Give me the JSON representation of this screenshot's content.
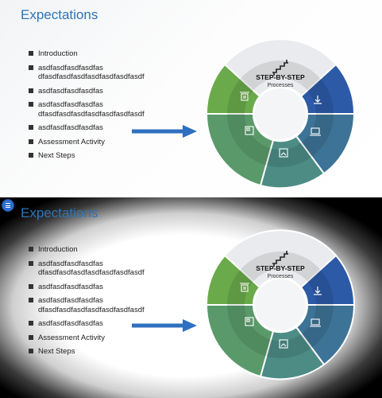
{
  "slides": [
    {
      "title": "Expectations",
      "items": [
        "Introduction",
        "asdfasdfasdfasdfas\ndfasdfasdfasdfasdfasdfasdfasdf",
        "asdfasdfasdfasdfas",
        "asdfasdfasdfasdfas\ndfasdfasdfasdfasdfasdfasdfasdf",
        "asdfasdfasdfasdfas",
        "Assessment Activity",
        "Next Steps"
      ],
      "wheel": {
        "heading": "STEP-BY-STEP",
        "subheading": "Processes"
      }
    },
    {
      "title": "Expectations",
      "items": [
        "Introduction",
        "asdfasdfasdfasdfas\ndfasdfasdfasdfasdfasdfasdfasdf",
        "asdfasdfasdfasdfas",
        "asdfasdfasdfasdfas\ndfasdfasdfasdfasdfasdfasdfasdf",
        "asdfasdfasdfasdfas",
        "Assessment Activity",
        "Next Steps"
      ],
      "wheel": {
        "heading": "STEP-BY-STEP",
        "subheading": "Processes"
      }
    }
  ],
  "colors": {
    "title": "#2f74b5",
    "arrow": "#2f6fbf",
    "segments": [
      "#e9ebee",
      "#2c5aa6",
      "#3d7396",
      "#4c8c85",
      "#5a9a6a",
      "#6aaa4a"
    ]
  },
  "icons": [
    "staircase-icon",
    "download-icon",
    "laptop-icon",
    "picture-icon",
    "frame-icon",
    "trash-icon",
    "list-menu-icon"
  ]
}
